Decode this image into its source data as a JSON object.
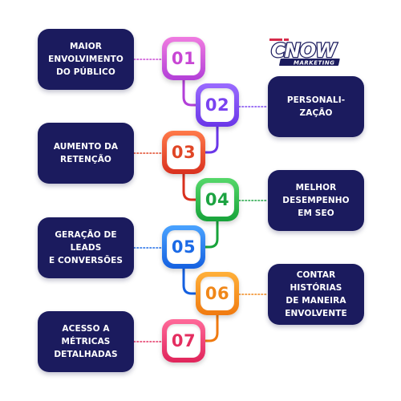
{
  "logo": {
    "main": "CNOW",
    "sub": "MARKETING",
    "colors": {
      "primary": "#1b1b5e",
      "accent": "#d62a4a"
    }
  },
  "steps": [
    {
      "number": "01",
      "label": "MAIOR\nENVOLVIMENTO\nDO PÚBLICO",
      "side": "left",
      "color_top": "#f07ce0",
      "color_bottom": "#b23fd8",
      "text_color": "#c847d4"
    },
    {
      "number": "02",
      "label": "PERSONALI-\nZAÇÃO",
      "side": "right",
      "color_top": "#9a6bff",
      "color_bottom": "#6a36e8",
      "text_color": "#7a43f0"
    },
    {
      "number": "03",
      "label": "AUMENTO DA\nRETENÇÃO",
      "side": "left",
      "color_top": "#ff7a4a",
      "color_bottom": "#d9301e",
      "text_color": "#e04626"
    },
    {
      "number": "04",
      "label": "MELHOR\nDESEMPENHO\nEM SEO",
      "side": "right",
      "color_top": "#56d86a",
      "color_bottom": "#17a33a",
      "text_color": "#1ca341"
    },
    {
      "number": "05",
      "label": "GERAÇÃO DE LEADS\nE CONVERSÕES",
      "side": "left",
      "color_top": "#4aa3ff",
      "color_bottom": "#1560e0",
      "text_color": "#1b6ae6"
    },
    {
      "number": "06",
      "label": "CONTAR HISTÓRIAS\nDE MANEIRA\nENVOLVENTE",
      "side": "right",
      "color_top": "#ffb13a",
      "color_bottom": "#f07a10",
      "text_color": "#f08718"
    },
    {
      "number": "07",
      "label": "ACESSO A\nMÉTRICAS\nDETALHADAS",
      "side": "left",
      "color_top": "#ff6a9a",
      "color_bottom": "#e0245a",
      "text_color": "#e42e60"
    }
  ]
}
